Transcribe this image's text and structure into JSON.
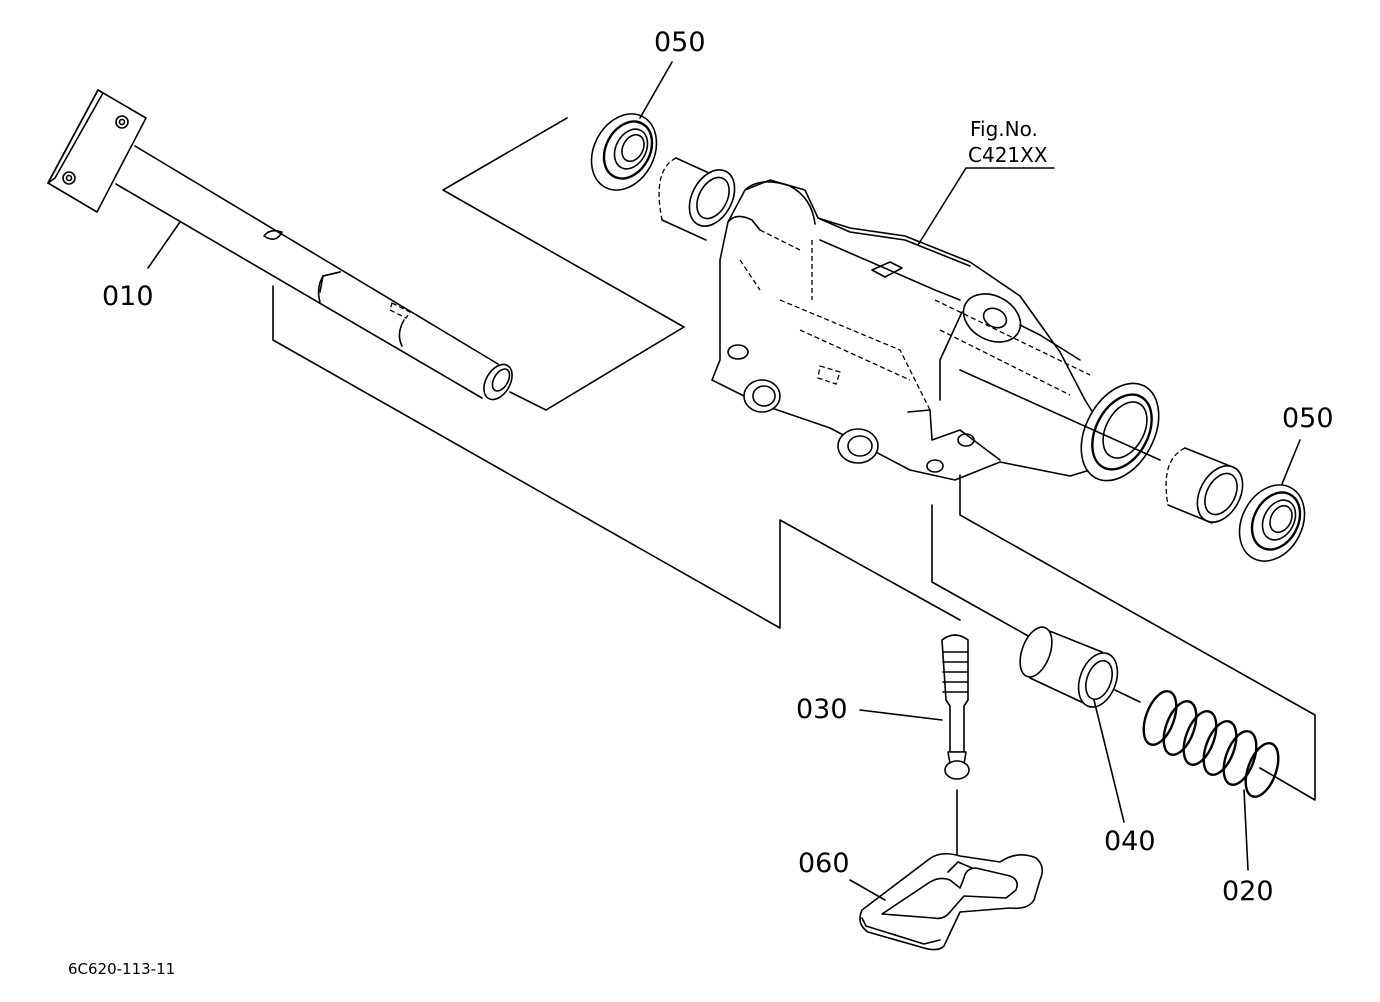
{
  "figure": {
    "fig_label": "Fig.No.",
    "fig_number": "C421XX",
    "drawing_code": "6C620-113-11"
  },
  "callouts": {
    "c010": "010",
    "c020": "020",
    "c030": "030",
    "c040": "040",
    "c050_top": "050",
    "c050_right": "050",
    "c060": "060"
  }
}
